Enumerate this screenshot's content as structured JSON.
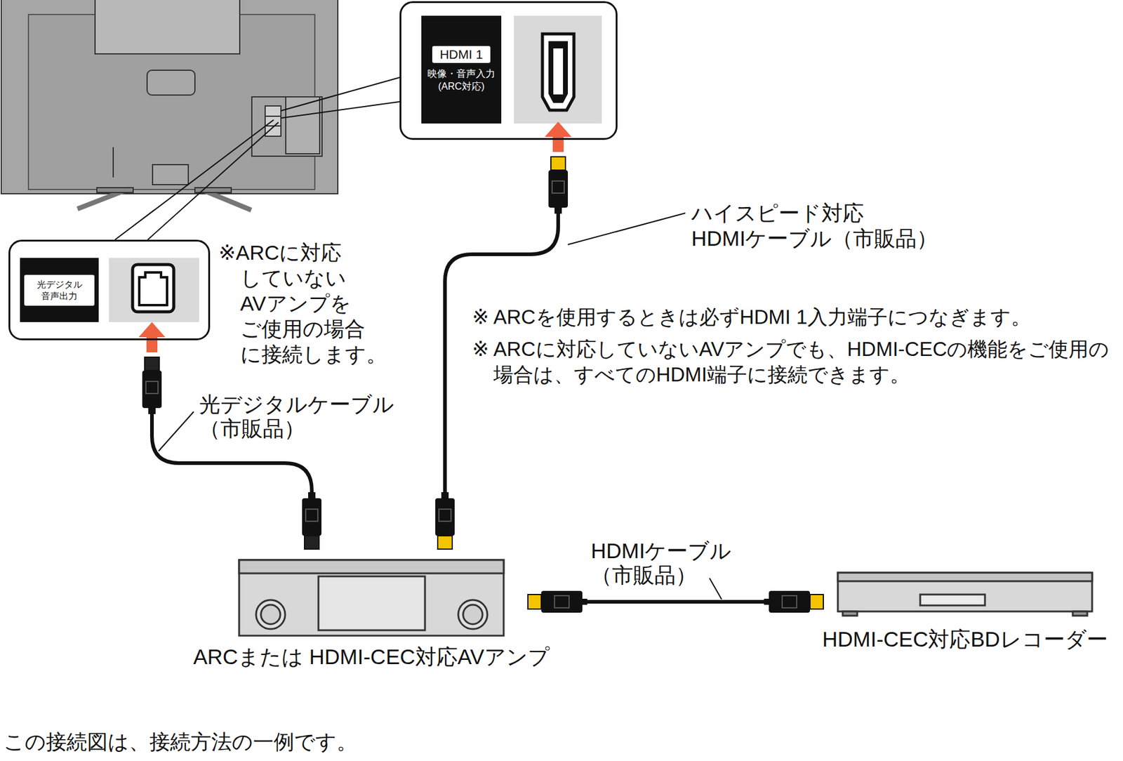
{
  "diagram": {
    "caption": "この接続図は、接続方法の一例です。",
    "nodes": [
      {
        "text": [
          "HDMI 1",
          "映像・音声入力 (ARC対応)"
        ]
      },
      {
        "text": [
          "光デジタル 音声出力"
        ]
      },
      {
        "text": [
          "ARCまたは HDMI-CEC対応AVアンプ"
        ]
      },
      {
        "text": [
          "HDMI-CEC対応BDレコーダー"
        ]
      }
    ],
    "edges": [
      {
        "from": 2,
        "to": 0,
        "arrow": "to"
      },
      {
        "from": 2,
        "to": 1,
        "arrow": "to"
      },
      {
        "from": 2,
        "to": 3,
        "arrow": "none"
      }
    ],
    "labels": [
      "※ARCに対応 していない AVアンプを ご使用の場合 に接続します。",
      "ハイスピード対応 HDMIケーブル（市販品）",
      "※ ARCを使用するときは必ずHDMI 1入力端子につなぎます。",
      "※ ARCに対応していないAVアンプでも、HDMI-CECの機能をご使用の場合は、すべてのHDMI端子に接続できます。",
      "光デジタルケーブル （市販品）",
      "HDMIケーブル （市販品）"
    ]
  }
}
